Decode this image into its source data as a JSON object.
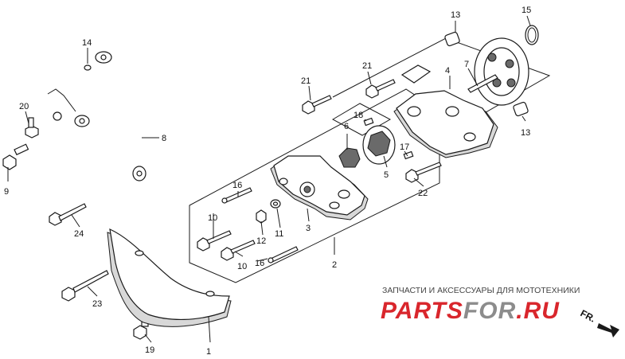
{
  "callouts": [
    {
      "id": "1",
      "label": "1"
    },
    {
      "id": "2",
      "label": "2"
    },
    {
      "id": "3",
      "label": "3"
    },
    {
      "id": "4",
      "label": "4"
    },
    {
      "id": "5",
      "label": "5"
    },
    {
      "id": "6",
      "label": "6"
    },
    {
      "id": "7",
      "label": "7"
    },
    {
      "id": "8",
      "label": "8"
    },
    {
      "id": "9",
      "label": "9"
    },
    {
      "id": "10a",
      "label": "10"
    },
    {
      "id": "10b",
      "label": "10"
    },
    {
      "id": "11",
      "label": "11"
    },
    {
      "id": "12",
      "label": "12"
    },
    {
      "id": "13a",
      "label": "13"
    },
    {
      "id": "13b",
      "label": "13"
    },
    {
      "id": "14",
      "label": "14"
    },
    {
      "id": "15",
      "label": "15"
    },
    {
      "id": "16a",
      "label": "16"
    },
    {
      "id": "16b",
      "label": "16"
    },
    {
      "id": "17",
      "label": "17"
    },
    {
      "id": "18",
      "label": "18"
    },
    {
      "id": "19",
      "label": "19"
    },
    {
      "id": "20",
      "label": "20"
    },
    {
      "id": "21a",
      "label": "21"
    },
    {
      "id": "21b",
      "label": "21"
    },
    {
      "id": "22",
      "label": "22"
    },
    {
      "id": "23",
      "label": "23"
    },
    {
      "id": "24",
      "label": "24"
    }
  ],
  "watermark": {
    "subtitle": "ЗАПЧАСТИ И АКСЕССУАРЫ ДЛЯ МОТОТЕХНИКИ",
    "logo_part1": "PARTS",
    "logo_part2": "FOR",
    "logo_part3": ".RU",
    "logo_color": "#d9262c",
    "logo_gray": "#8c8c8c"
  },
  "direction_marker": {
    "label": "FR."
  }
}
